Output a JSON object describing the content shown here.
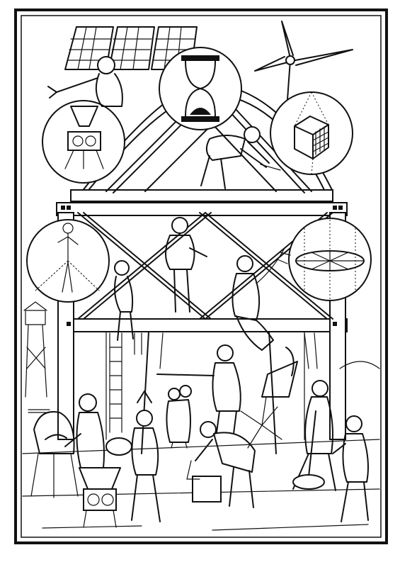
{
  "image": {
    "style": "black-and-white woodcut engraving",
    "palette": {
      "ink": "#111111",
      "paper": "#ffffff"
    }
  },
  "scene": {
    "roundels": [
      {
        "name": "hourglass",
        "icon": "hourglass-icon"
      },
      {
        "name": "gear-machine",
        "icon": "gear-machine-icon"
      },
      {
        "name": "cube-grid",
        "icon": "cube-icon"
      },
      {
        "name": "human-figure",
        "icon": "human-figure-icon"
      },
      {
        "name": "disc",
        "icon": "disc-icon"
      }
    ],
    "rooftop": [
      "solar-panels",
      "wind-turbine",
      "trumpeter"
    ],
    "workers": [
      "roof-worker",
      "sitting-woman",
      "standing-man",
      "smith",
      "hammerer",
      "pestle-grinder",
      "old-man",
      "children"
    ]
  }
}
